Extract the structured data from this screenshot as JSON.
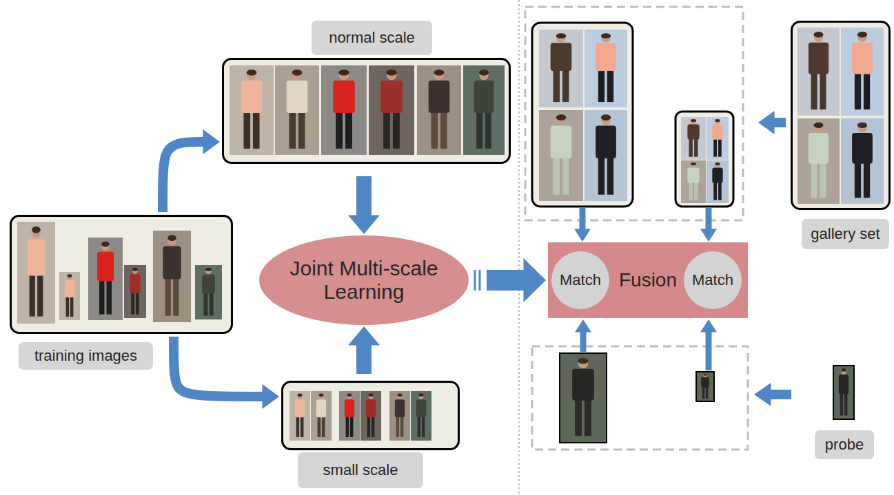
{
  "diagram": {
    "nodes": [
      {
        "text": [
          "training images"
        ]
      },
      {
        "text": [
          "normal scale"
        ]
      },
      {
        "text": [
          "small scale"
        ]
      },
      {
        "text": [
          "Joint Multi-scale Learning"
        ]
      },
      {
        "text": [
          "Fusion"
        ]
      },
      {
        "text": [
          "Match"
        ],
        "in": 4
      },
      {
        "text": [
          "Match"
        ],
        "in": 4
      },
      {
        "text": [
          "gallery set"
        ]
      },
      {
        "text": [
          "probe"
        ]
      }
    ],
    "edges": [
      {
        "from": 0,
        "to": 1,
        "arrow": "to"
      },
      {
        "from": 0,
        "to": 2,
        "arrow": "to"
      },
      {
        "from": 1,
        "to": 3,
        "arrow": "to"
      },
      {
        "from": 2,
        "to": 3,
        "arrow": "to"
      },
      {
        "from": 3,
        "to": 4,
        "arrow": "to"
      }
    ]
  }
}
